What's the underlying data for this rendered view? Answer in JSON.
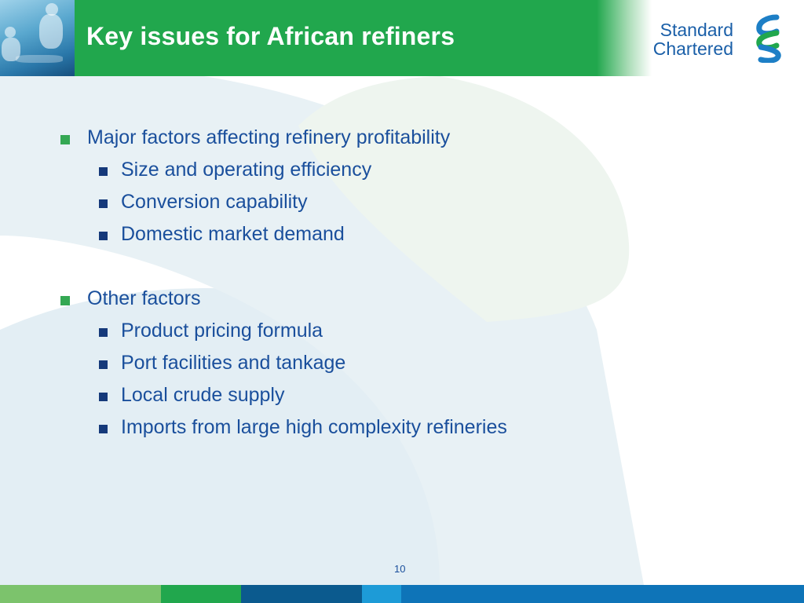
{
  "slide": {
    "title": "Key issues for African refiners",
    "page_number": "10"
  },
  "logo": {
    "line1": "Standard",
    "line2": "Chartered"
  },
  "bullets": [
    {
      "text": "Major factors affecting refinery profitability",
      "children": [
        "Size and operating efficiency",
        "Conversion capability",
        "Domestic market demand"
      ]
    },
    {
      "text": "Other factors",
      "children": [
        "Product pricing formula",
        "Port facilities and tankage",
        "Local crude supply",
        "Imports from large high complexity refineries"
      ]
    }
  ],
  "colors": {
    "header_green": "#21a74d",
    "text_blue": "#1a4f9c",
    "bullet_green": "#34a853",
    "bullet_navy": "#15397a"
  },
  "footer_colors": [
    "#7cc36c",
    "#21a74d",
    "#0b5a8e",
    "#1d9bd7",
    "#0e74b8"
  ]
}
